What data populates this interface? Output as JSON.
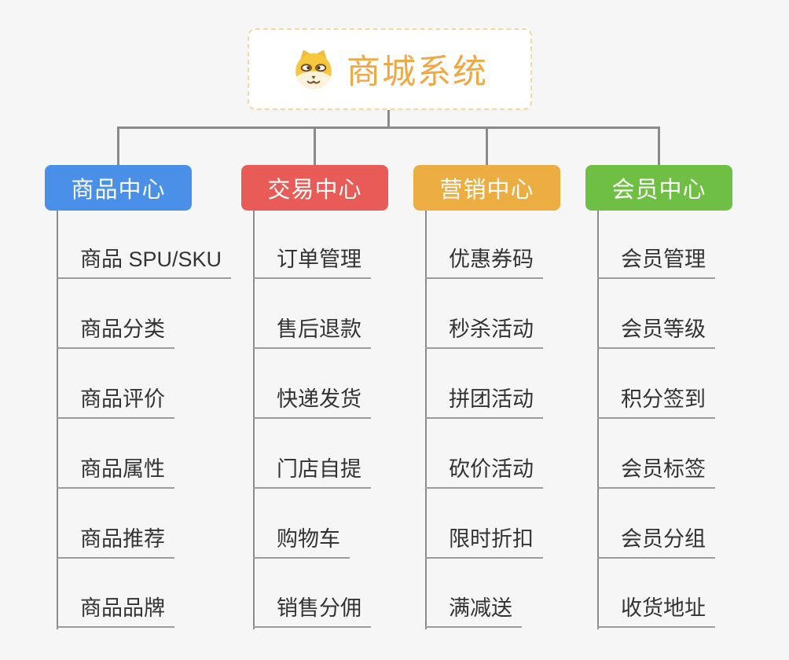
{
  "root": {
    "title": "商城系统",
    "icon": "dog-face-icon",
    "text_color": "#f0a843",
    "border_color": "#f5d8a0"
  },
  "branches": [
    {
      "label": "商品中心",
      "color": "#4a8fe8",
      "items": [
        "商品 SPU/SKU",
        "商品分类",
        "商品评价",
        "商品属性",
        "商品推荐",
        "商品品牌"
      ]
    },
    {
      "label": "交易中心",
      "color": "#e85b56",
      "items": [
        "订单管理",
        "售后退款",
        "快递发货",
        "门店自提",
        "购物车",
        "销售分佣"
      ]
    },
    {
      "label": "营销中心",
      "color": "#ecae42",
      "items": [
        "优惠券码",
        "秒杀活动",
        "拼团活动",
        "砍价活动",
        "限时折扣",
        "满减送"
      ]
    },
    {
      "label": "会员中心",
      "color": "#6fbf44",
      "items": [
        "会员管理",
        "会员等级",
        "积分签到",
        "会员标签",
        "会员分组",
        "收货地址"
      ]
    }
  ],
  "connector_color": "#8a8a8a",
  "background_color": "#f6f6f6"
}
